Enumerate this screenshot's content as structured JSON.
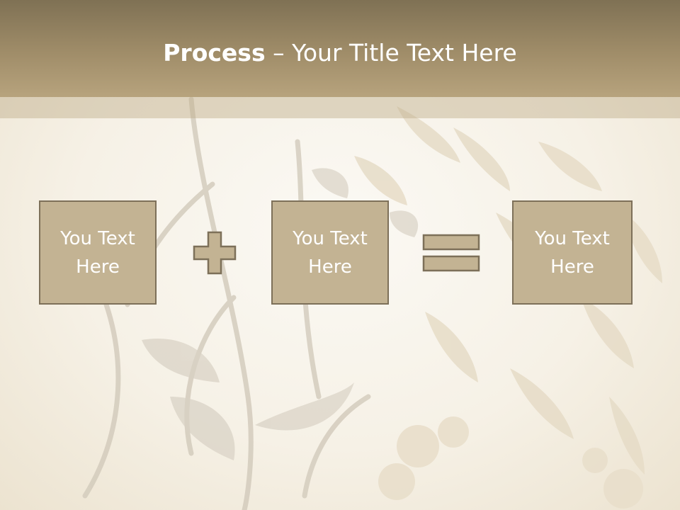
{
  "slide": {
    "title_bold": "Process",
    "title_separator": "–",
    "title_rest": "Your Title Text Here",
    "boxes": [
      {
        "text": "You Text Here"
      },
      {
        "text": "You Text Here"
      },
      {
        "text": "You Text Here"
      }
    ],
    "operators": [
      "plus",
      "equals"
    ]
  },
  "colors": {
    "header": "#a08d69",
    "box_fill": "#c3b393",
    "box_border": "#7d7059",
    "text": "#ffffff",
    "background": "#f6f1e6"
  }
}
